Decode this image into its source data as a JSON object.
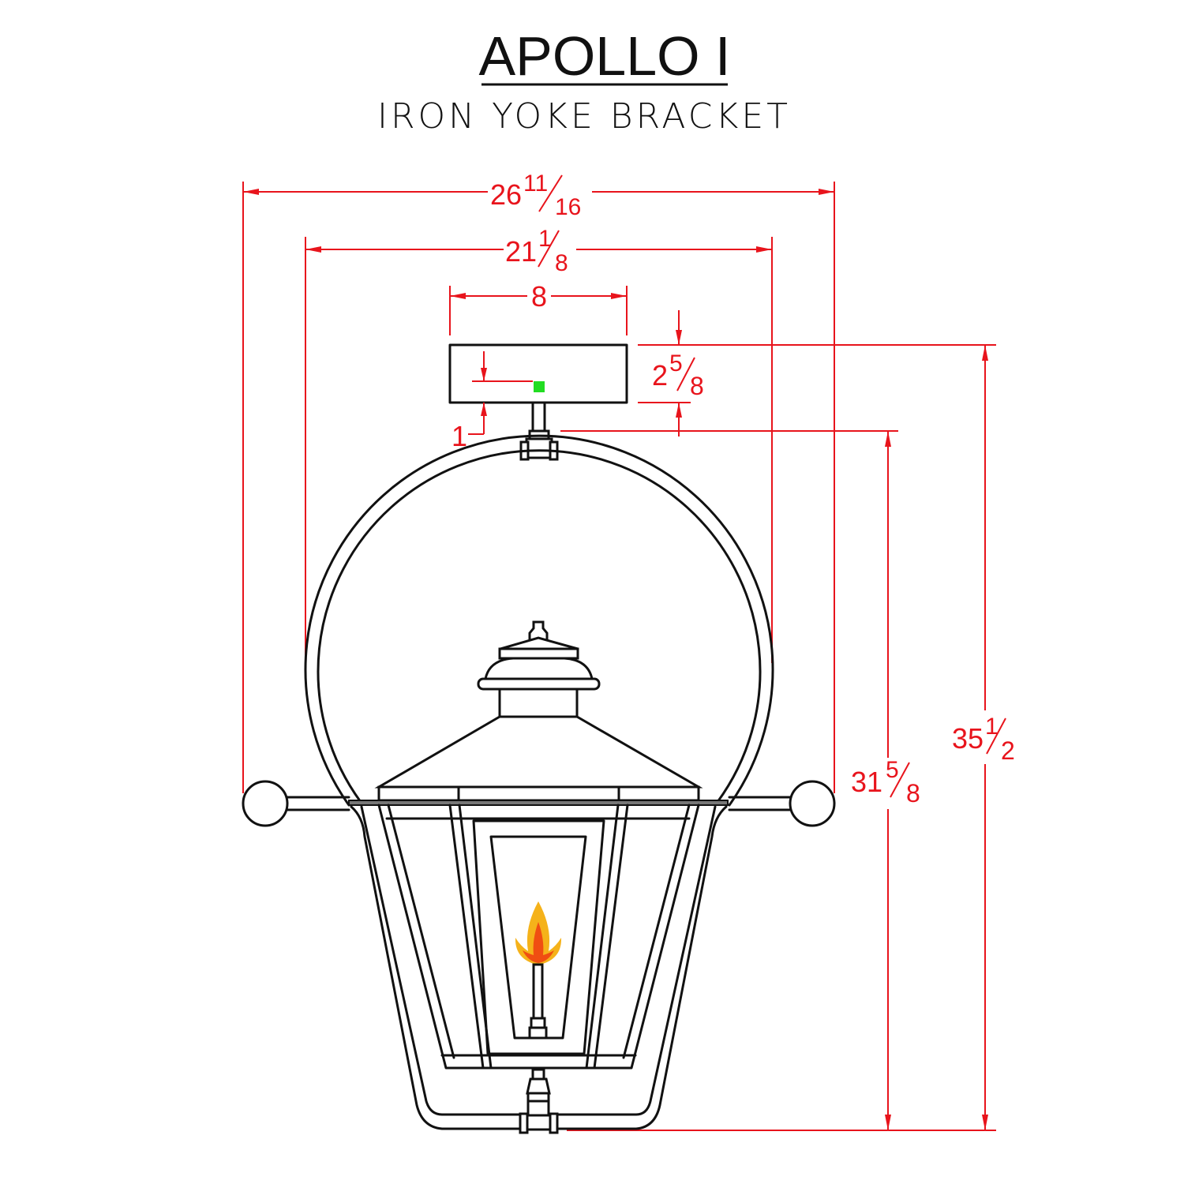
{
  "title": "APOLLO I",
  "subtitle": "IRON YOKE BRACKET",
  "dimensions": {
    "overall_width": {
      "whole": "26",
      "num": "11",
      "den": "16"
    },
    "yoke_width": {
      "whole": "21",
      "num": "1",
      "den": "8"
    },
    "canopy_width": {
      "whole": "8"
    },
    "canopy_height": {
      "whole": "2",
      "num": "5",
      "den": "8"
    },
    "stem_offset": {
      "whole": "1"
    },
    "body_height": {
      "whole": "31",
      "num": "5",
      "den": "8"
    },
    "overall_height": {
      "whole": "35",
      "num": "1",
      "den": "2"
    }
  },
  "colors": {
    "dimension": "#e8141c",
    "line": "#111111",
    "flame_outer": "#f5b21a",
    "flame_inner": "#f04e12",
    "marker": "#22dd22"
  }
}
